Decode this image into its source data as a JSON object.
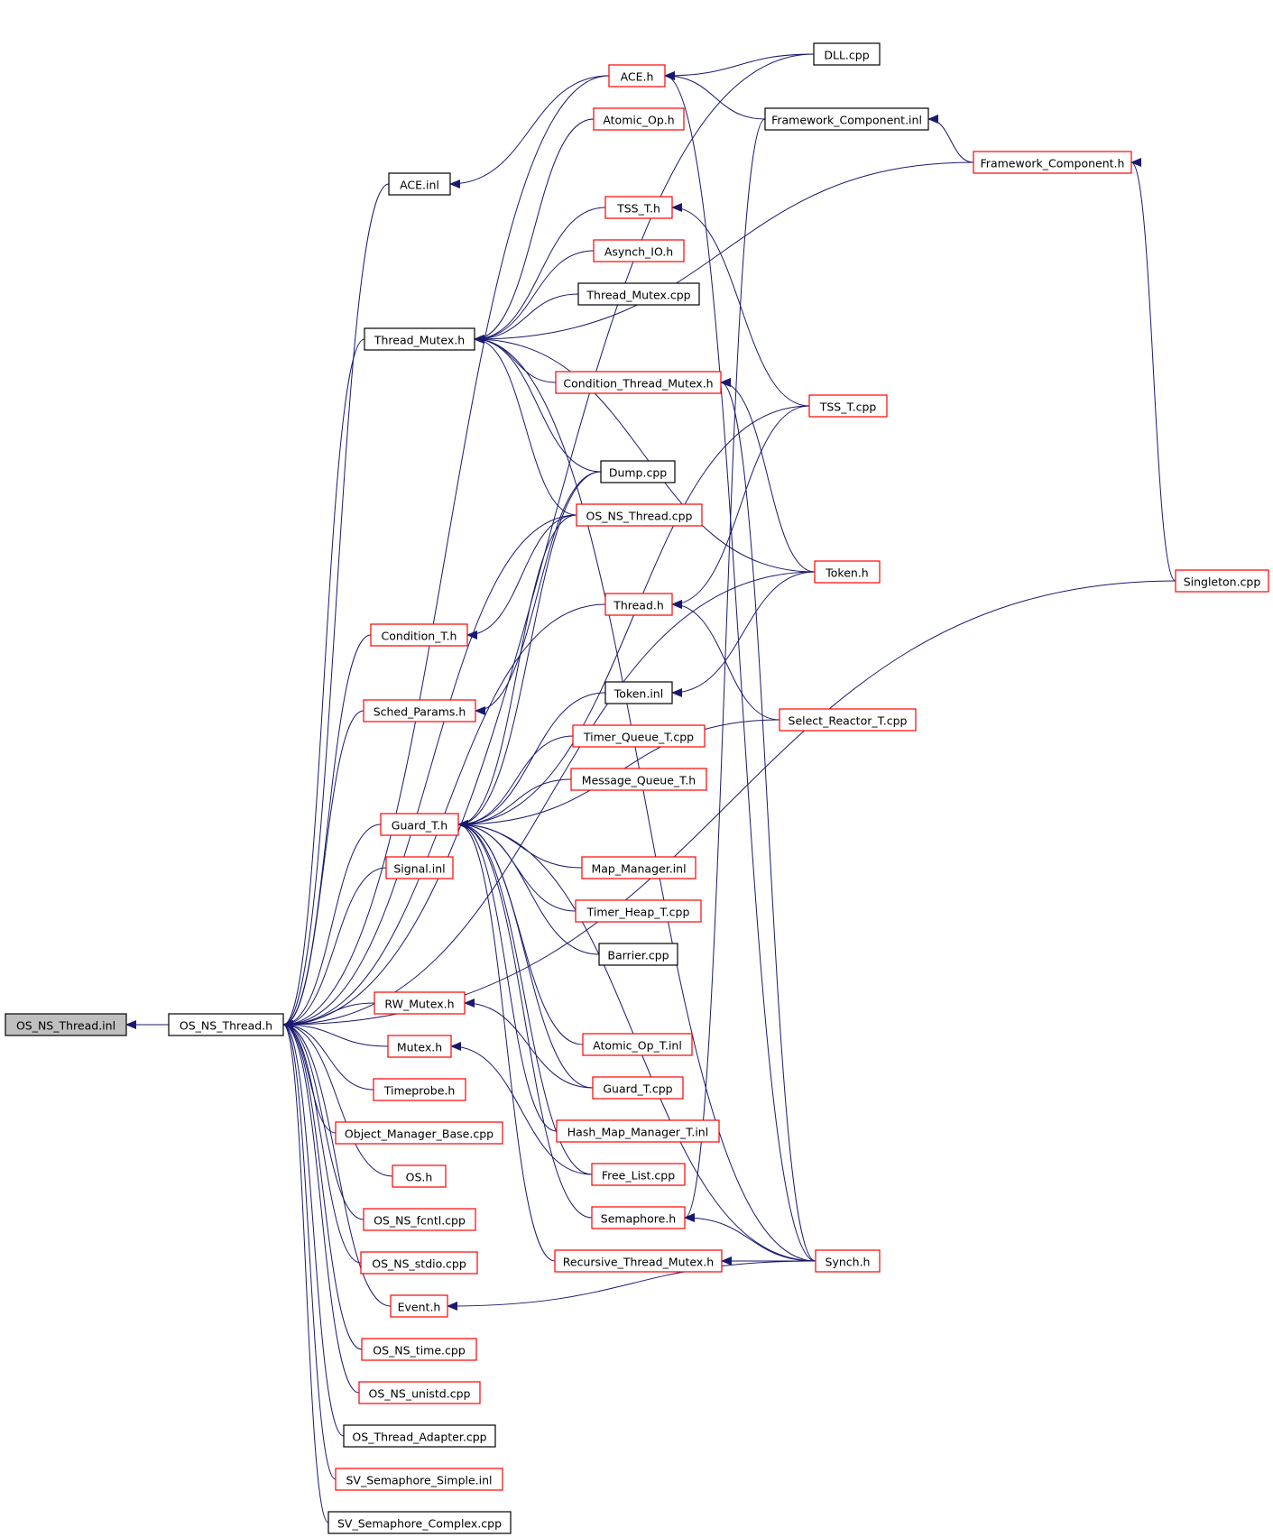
{
  "colors": {
    "link_border": "#ff0000",
    "plain_border": "#000000",
    "root_fill": "#bfbfbf",
    "node_fill": "#ffffff",
    "edge": "#191970"
  },
  "nodes": [
    {
      "id": "os_ns_thread_inl",
      "label": "OS_NS_Thread.inl",
      "style": "root"
    },
    {
      "id": "os_ns_thread_h",
      "label": "OS_NS_Thread.h",
      "style": "plain"
    },
    {
      "id": "dll_cpp",
      "label": "DLL.cpp",
      "style": "plain"
    },
    {
      "id": "ace_h",
      "label": "ACE.h",
      "style": "link"
    },
    {
      "id": "framework_component_inl",
      "label": "Framework_Component.inl",
      "style": "plain"
    },
    {
      "id": "atomic_op_h",
      "label": "Atomic_Op.h",
      "style": "link"
    },
    {
      "id": "framework_component_h",
      "label": "Framework_Component.h",
      "style": "link"
    },
    {
      "id": "ace_inl",
      "label": "ACE.inl",
      "style": "plain"
    },
    {
      "id": "tss_t_h",
      "label": "TSS_T.h",
      "style": "link"
    },
    {
      "id": "asynch_io_h",
      "label": "Asynch_IO.h",
      "style": "link"
    },
    {
      "id": "thread_mutex_cpp",
      "label": "Thread_Mutex.cpp",
      "style": "plain"
    },
    {
      "id": "thread_mutex_h",
      "label": "Thread_Mutex.h",
      "style": "plain"
    },
    {
      "id": "condition_thread_mutex_h",
      "label": "Condition_Thread_Mutex.h",
      "style": "link"
    },
    {
      "id": "tss_t_cpp",
      "label": "TSS_T.cpp",
      "style": "link"
    },
    {
      "id": "dump_cpp",
      "label": "Dump.cpp",
      "style": "plain"
    },
    {
      "id": "os_ns_thread_cpp",
      "label": "OS_NS_Thread.cpp",
      "style": "link"
    },
    {
      "id": "token_h",
      "label": "Token.h",
      "style": "link"
    },
    {
      "id": "singleton_cpp",
      "label": "Singleton.cpp",
      "style": "link"
    },
    {
      "id": "thread_h",
      "label": "Thread.h",
      "style": "link"
    },
    {
      "id": "condition_t_h",
      "label": "Condition_T.h",
      "style": "link"
    },
    {
      "id": "token_inl",
      "label": "Token.inl",
      "style": "plain"
    },
    {
      "id": "sched_params_h",
      "label": "Sched_Params.h",
      "style": "link"
    },
    {
      "id": "select_reactor_t_cpp",
      "label": "Select_Reactor_T.cpp",
      "style": "link"
    },
    {
      "id": "timer_queue_t_cpp",
      "label": "Timer_Queue_T.cpp",
      "style": "link"
    },
    {
      "id": "message_queue_t_h",
      "label": "Message_Queue_T.h",
      "style": "link"
    },
    {
      "id": "guard_t_h",
      "label": "Guard_T.h",
      "style": "link"
    },
    {
      "id": "signal_inl",
      "label": "Signal.inl",
      "style": "link"
    },
    {
      "id": "map_manager_inl",
      "label": "Map_Manager.inl",
      "style": "link"
    },
    {
      "id": "timer_heap_t_cpp",
      "label": "Timer_Heap_T.cpp",
      "style": "link"
    },
    {
      "id": "barrier_cpp",
      "label": "Barrier.cpp",
      "style": "plain"
    },
    {
      "id": "rw_mutex_h",
      "label": "RW_Mutex.h",
      "style": "link"
    },
    {
      "id": "atomic_op_t_inl",
      "label": "Atomic_Op_T.inl",
      "style": "link"
    },
    {
      "id": "mutex_h",
      "label": "Mutex.h",
      "style": "link"
    },
    {
      "id": "timeprobe_h",
      "label": "Timeprobe.h",
      "style": "link"
    },
    {
      "id": "guard_t_cpp",
      "label": "Guard_T.cpp",
      "style": "link"
    },
    {
      "id": "object_manager_base_cpp",
      "label": "Object_Manager_Base.cpp",
      "style": "link"
    },
    {
      "id": "hash_map_manager_t_inl",
      "label": "Hash_Map_Manager_T.inl",
      "style": "link"
    },
    {
      "id": "os_h",
      "label": "OS.h",
      "style": "link"
    },
    {
      "id": "free_list_cpp",
      "label": "Free_List.cpp",
      "style": "link"
    },
    {
      "id": "os_ns_fcntl_cpp",
      "label": "OS_NS_fcntl.cpp",
      "style": "link"
    },
    {
      "id": "semaphore_h",
      "label": "Semaphore.h",
      "style": "link"
    },
    {
      "id": "os_ns_stdio_cpp",
      "label": "OS_NS_stdio.cpp",
      "style": "link"
    },
    {
      "id": "recursive_thread_mutex_h",
      "label": "Recursive_Thread_Mutex.h",
      "style": "link"
    },
    {
      "id": "synch_h",
      "label": "Synch.h",
      "style": "link"
    },
    {
      "id": "event_h",
      "label": "Event.h",
      "style": "link"
    },
    {
      "id": "os_ns_time_cpp",
      "label": "OS_NS_time.cpp",
      "style": "link"
    },
    {
      "id": "os_ns_unistd_cpp",
      "label": "OS_NS_unistd.cpp",
      "style": "link"
    },
    {
      "id": "os_thread_adapter_cpp",
      "label": "OS_Thread_Adapter.cpp",
      "style": "plain"
    },
    {
      "id": "sv_semaphore_simple_inl",
      "label": "SV_Semaphore_Simple.inl",
      "style": "link"
    },
    {
      "id": "sv_semaphore_complex_cpp",
      "label": "SV_Semaphore_Complex.cpp",
      "style": "plain"
    }
  ],
  "edges": [
    [
      "os_ns_thread_h",
      "os_ns_thread_inl"
    ],
    [
      "dll_cpp",
      "os_ns_thread_h"
    ],
    [
      "ace_h",
      "os_ns_thread_h"
    ],
    [
      "ace_inl",
      "os_ns_thread_h"
    ],
    [
      "thread_mutex_h",
      "os_ns_thread_h"
    ],
    [
      "os_ns_thread_cpp",
      "os_ns_thread_h"
    ],
    [
      "condition_t_h",
      "os_ns_thread_h"
    ],
    [
      "sched_params_h",
      "os_ns_thread_h"
    ],
    [
      "guard_t_h",
      "os_ns_thread_h"
    ],
    [
      "signal_inl",
      "os_ns_thread_h"
    ],
    [
      "rw_mutex_h",
      "os_ns_thread_h"
    ],
    [
      "mutex_h",
      "os_ns_thread_h"
    ],
    [
      "timeprobe_h",
      "os_ns_thread_h"
    ],
    [
      "object_manager_base_cpp",
      "os_ns_thread_h"
    ],
    [
      "os_h",
      "os_ns_thread_h"
    ],
    [
      "os_ns_fcntl_cpp",
      "os_ns_thread_h"
    ],
    [
      "os_ns_stdio_cpp",
      "os_ns_thread_h"
    ],
    [
      "event_h",
      "os_ns_thread_h"
    ],
    [
      "os_ns_time_cpp",
      "os_ns_thread_h"
    ],
    [
      "os_ns_unistd_cpp",
      "os_ns_thread_h"
    ],
    [
      "os_thread_adapter_cpp",
      "os_ns_thread_h"
    ],
    [
      "sv_semaphore_simple_inl",
      "os_ns_thread_h"
    ],
    [
      "sv_semaphore_complex_cpp",
      "os_ns_thread_h"
    ],
    [
      "singleton_cpp",
      "os_ns_thread_h"
    ],
    [
      "thread_h",
      "os_ns_thread_h"
    ],
    [
      "token_h",
      "os_ns_thread_h"
    ],
    [
      "dll_cpp",
      "ace_h"
    ],
    [
      "framework_component_inl",
      "ace_h"
    ],
    [
      "synch_h",
      "ace_h"
    ],
    [
      "ace_h",
      "ace_inl"
    ],
    [
      "framework_component_h",
      "framework_component_inl"
    ],
    [
      "singleton_cpp",
      "framework_component_h"
    ],
    [
      "atomic_op_h",
      "thread_mutex_h"
    ],
    [
      "framework_component_h",
      "thread_mutex_h"
    ],
    [
      "tss_t_h",
      "thread_mutex_h"
    ],
    [
      "asynch_io_h",
      "thread_mutex_h"
    ],
    [
      "thread_mutex_cpp",
      "thread_mutex_h"
    ],
    [
      "condition_thread_mutex_h",
      "thread_mutex_h"
    ],
    [
      "dump_cpp",
      "thread_mutex_h"
    ],
    [
      "os_ns_thread_cpp",
      "thread_mutex_h"
    ],
    [
      "token_h",
      "thread_mutex_h"
    ],
    [
      "synch_h",
      "thread_mutex_h"
    ],
    [
      "tss_t_cpp",
      "tss_t_h"
    ],
    [
      "token_h",
      "condition_thread_mutex_h"
    ],
    [
      "synch_h",
      "condition_thread_mutex_h"
    ],
    [
      "tss_t_cpp",
      "thread_h"
    ],
    [
      "select_reactor_t_cpp",
      "thread_h"
    ],
    [
      "token_h",
      "token_inl"
    ],
    [
      "os_ns_thread_cpp",
      "condition_t_h"
    ],
    [
      "dump_cpp",
      "sched_params_h"
    ],
    [
      "dump_cpp",
      "guard_t_h"
    ],
    [
      "os_ns_thread_cpp",
      "guard_t_h"
    ],
    [
      "token_inl",
      "guard_t_h"
    ],
    [
      "timer_queue_t_cpp",
      "guard_t_h"
    ],
    [
      "message_queue_t_h",
      "guard_t_h"
    ],
    [
      "select_reactor_t_cpp",
      "guard_t_h"
    ],
    [
      "map_manager_inl",
      "guard_t_h"
    ],
    [
      "timer_heap_t_cpp",
      "guard_t_h"
    ],
    [
      "barrier_cpp",
      "guard_t_h"
    ],
    [
      "atomic_op_t_inl",
      "guard_t_h"
    ],
    [
      "guard_t_cpp",
      "guard_t_h"
    ],
    [
      "hash_map_manager_t_inl",
      "guard_t_h"
    ],
    [
      "free_list_cpp",
      "guard_t_h"
    ],
    [
      "semaphore_h",
      "guard_t_h"
    ],
    [
      "recursive_thread_mutex_h",
      "guard_t_h"
    ],
    [
      "synch_h",
      "guard_t_h"
    ],
    [
      "tss_t_cpp",
      "guard_t_h"
    ],
    [
      "guard_t_cpp",
      "rw_mutex_h"
    ],
    [
      "free_list_cpp",
      "mutex_h"
    ],
    [
      "synch_h",
      "event_h"
    ],
    [
      "framework_component_inl",
      "semaphore_h"
    ],
    [
      "synch_h",
      "semaphore_h"
    ],
    [
      "synch_h",
      "recursive_thread_mutex_h"
    ]
  ]
}
